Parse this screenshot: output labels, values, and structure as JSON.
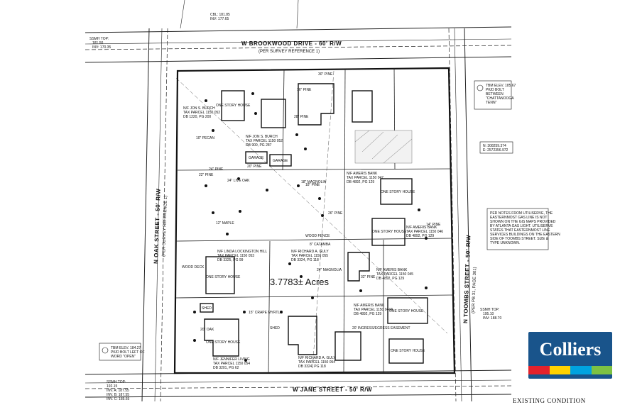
{
  "streets": {
    "north": "W BROOKWOOD DRIVE - 60' R/W",
    "north_ref": "(PER SURVEY REFERENCE 1)",
    "west": "N OAK STREET - 50' R/W",
    "west_ref": "(PER SURVEY REFERENCE 1)",
    "east": "N TOOMBS STREET - 50' R/W",
    "east_ref": "(PER PB 31, PAGE 301)",
    "south": "W JANE STREET - 50' R/W"
  },
  "acreage": "3.7783± Acres",
  "tbm_north": [
    "TBM ELEV. 185.67",
    "PK/D BOLT",
    "BETWEEN",
    "\"CHATTANOOGA",
    "TENN\""
  ],
  "tbm_south": [
    "TBM ELEV. 184.27",
    "PK/D BOLT LEFT OF",
    "WORD \"OPEN\""
  ],
  "ssmh_nw": [
    "SSMH TOP:",
    "181.50",
    "INV: 170.35"
  ],
  "ssmh_e": [
    "SSMH TOP:",
    "195.10",
    "INV: 188.70"
  ],
  "ssmh_sw": [
    "SSMH TOP:",
    "192.15",
    "INV. A: 187.55",
    "INV. B: 187.55",
    "INV. C: 185.65"
  ],
  "cbl_top": [
    "CBL: 181.85",
    "INV: 177.65"
  ],
  "coord": [
    "N: 308259.374",
    "E: 2572356.972"
  ],
  "gas_note": [
    "PER NOTES FROM UTILISERVE, THE",
    "EASTERNMOST GAS LINE IS NOT",
    "SHOWN ON THE GIS MAPS PROVIDED",
    "BY ATLANTA GAS LIGHT. UTILISERVE",
    "STATES THAT EASTERNMOST LINE",
    "SERVICES BUILDINGS ON THE EASTERN",
    "SIDE OF TOOMBS STREET. SIZE &",
    "TYPE UNKNOWN."
  ],
  "parcels": [
    {
      "owner": "N/F JON S. BURCH",
      "tax": "TAX PARCEL 1150 052",
      "deed": "DB 1220, PG 200"
    },
    {
      "owner": "N/F JON S. BURCH",
      "tax": "TAX PARCEL 1150 052",
      "deed": "DB 900, PG 287"
    },
    {
      "owner": "N/F AMERIS BANK",
      "tax": "TAX PARCEL 1150 047",
      "deed": "DB 4892, PG 129"
    },
    {
      "owner": "N/F AMERIS BANK",
      "tax": "TAX PARCEL 1150 046",
      "deed": "DB 4892, PG 129"
    },
    {
      "owner": "N/F RICHARD A. GULY",
      "tax": "TAX PARCEL 1150 055",
      "deed": "DB 3324, PG 118"
    },
    {
      "owner": "N/F AMERIS BANK",
      "tax": "TAX PARCEL 1150 045",
      "deed": "DB 4892, PG 129"
    },
    {
      "owner": "N/F AMERIS BANK",
      "tax": "TAX PARCEL 1150 044A",
      "deed": "DB 4892, PG 129"
    },
    {
      "owner": "N/F LINDA LOCKINGTON HILL",
      "tax": "TAX PARCEL 1150 053",
      "deed": "DB 3325, PG 99"
    },
    {
      "owner": "N/F JENNIFER LIVING",
      "tax": "TAX PARCEL 1150 054",
      "deed": "DB 3201, PG 62"
    },
    {
      "owner": "N/F RICHARD A. GULY",
      "tax": "TAX PARCEL 1150 054",
      "deed": "DB 3324, PG 118"
    }
  ],
  "house_label": "ONE STORY HOUSE",
  "easement": "20' INGRESS/EGRESS EASEMENT",
  "trees": [
    "30\" PINE",
    "24\" PINE",
    "18\" PINE",
    "26\" PINE",
    "24\" LIVE OAK",
    "18\" MAGNOLIA",
    "16\" PINE",
    "22\" PINE",
    "24\" MAGNOLIA",
    "12\" MAPLE",
    "28\" PINE",
    "20\" PINE",
    "14\" PINE",
    "32\" PINE",
    "15\" CRAPE MYRTLE",
    "10\" PECAN",
    "20\" OAK"
  ],
  "misc": [
    "GARAGE",
    "GARAGE",
    "WOOD DECK",
    "SHED",
    "SHED",
    "WOOD FENCE",
    "8\" CATAMBA"
  ],
  "logo": "Colliers",
  "logo_colors": [
    "#e3222c",
    "#ffd200",
    "#00a3e0",
    "#7dc243"
  ],
  "caption": "EXISTING CONDITION"
}
